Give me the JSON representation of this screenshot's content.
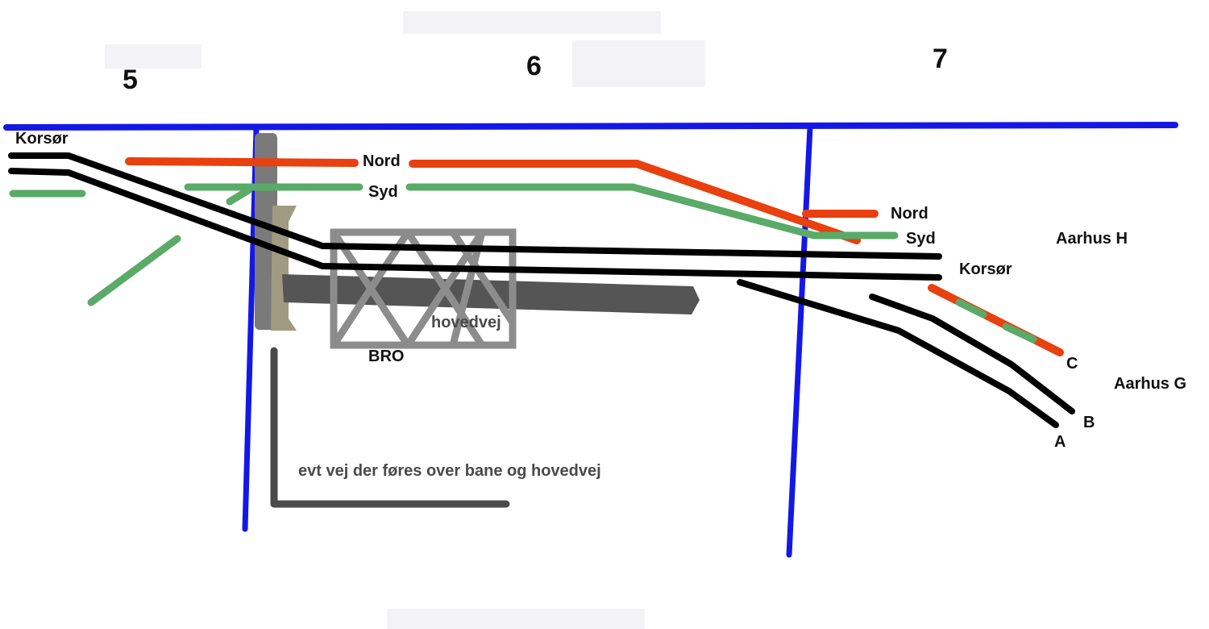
{
  "zones": {
    "z5": "5",
    "z6": "6",
    "z7": "7"
  },
  "labels": {
    "korsor_left": "Korsør",
    "nord_top": "Nord",
    "syd_top": "Syd",
    "nord_right": "Nord",
    "syd_right": "Syd",
    "aarhus_h": "Aarhus H",
    "korsor_right": "Korsør",
    "track_c": "C",
    "aarhus_g": "Aarhus G",
    "track_b": "B",
    "track_a": "A",
    "hovedvej": "hovedvej",
    "bro": "BRO",
    "note": "evt vej der føres over bane og hovedvej"
  },
  "colors": {
    "boundary": "#1418e6",
    "track": "#000000",
    "nord": "#e8400f",
    "syd": "#5aaa68",
    "bridge": "#8c8c8c",
    "road": "#4a4a4a",
    "pillar": "#a09a80"
  }
}
